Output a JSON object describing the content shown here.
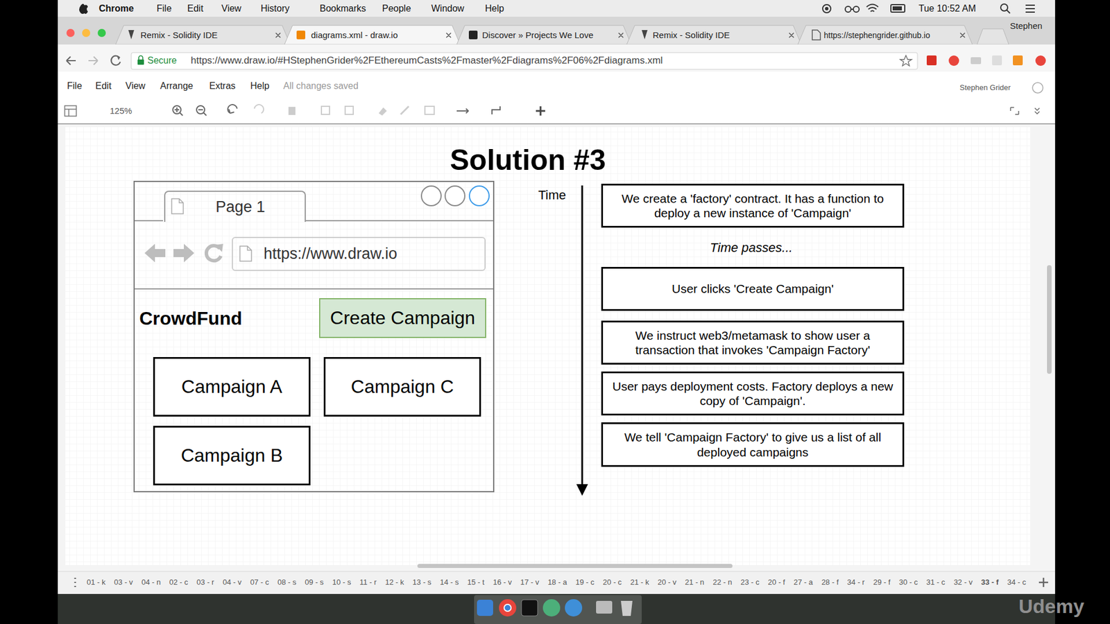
{
  "diagram": {
    "title": "Solution #3",
    "nodes": [
      {
        "text": [
          "CrowdFund"
        ]
      },
      {
        "text": [
          "Page 1"
        ],
        "in": 0
      },
      {
        "text": [
          "https://www.draw.io"
        ],
        "in": 0
      },
      {
        "text": [
          "Create Campaign"
        ],
        "in": 0
      },
      {
        "text": [
          "Campaign A"
        ],
        "in": 0
      },
      {
        "text": [
          "Campaign C"
        ],
        "in": 0
      },
      {
        "text": [
          "Campaign B"
        ],
        "in": 0
      },
      {
        "text": [
          "We create a 'factory' contract.  It has a function to deploy a new instance of 'Campaign'"
        ]
      },
      {
        "text": [
          "User clicks 'Create Campaign'"
        ]
      },
      {
        "text": [
          "We instruct web3/metamask to show user a transaction that invokes 'Campaign Factory'"
        ]
      },
      {
        "text": [
          "User pays deployment costs.  Factory deploys a new copy of 'Campaign'."
        ]
      },
      {
        "text": [
          "We tell 'Campaign Factory' to give us a list of all deployed campaigns"
        ]
      }
    ],
    "labels": [
      "Chrome",
      "File",
      "Edit",
      "View",
      "History",
      "Bookmarks",
      "People",
      "Window",
      "Help",
      "Tue 10:52 AM",
      "Remix - Solidity IDE",
      "diagrams.xml - draw.io",
      "Discover » Projects We Love",
      "Remix - Solidity IDE",
      "https://stephengrider.github.io",
      "Stephen",
      "Secure",
      "https://www.draw.io/#HStephenGrider%2FEthereumCasts%2Fmaster%2Fdiagrams%2F06%2Fdiagrams.xml",
      "File",
      "Edit",
      "View",
      "Arrange",
      "Extras",
      "Help",
      "All changes saved",
      "Stephen Grider",
      "125%",
      "Time",
      "Time passes...",
      "01 - k",
      "03 - v",
      "04 - n",
      "02 - c",
      "03 - r",
      "04 - v",
      "07 - c",
      "08 - s",
      "09 - s",
      "10 - s",
      "11 - r",
      "12 - k",
      "13 - s",
      "14 - s",
      "15 - t",
      "16 - v",
      "17 - v",
      "18 - a",
      "19 - c",
      "20 - c",
      "21 - k",
      "20 - v",
      "21 - n",
      "22 - n",
      "23 - c",
      "20 - f",
      "27 - a",
      "28 - f",
      "34 - r",
      "29 - f",
      "30 - c",
      "31 - c",
      "32 - v",
      "33 - f",
      "34 - c",
      "Udemy"
    ]
  }
}
